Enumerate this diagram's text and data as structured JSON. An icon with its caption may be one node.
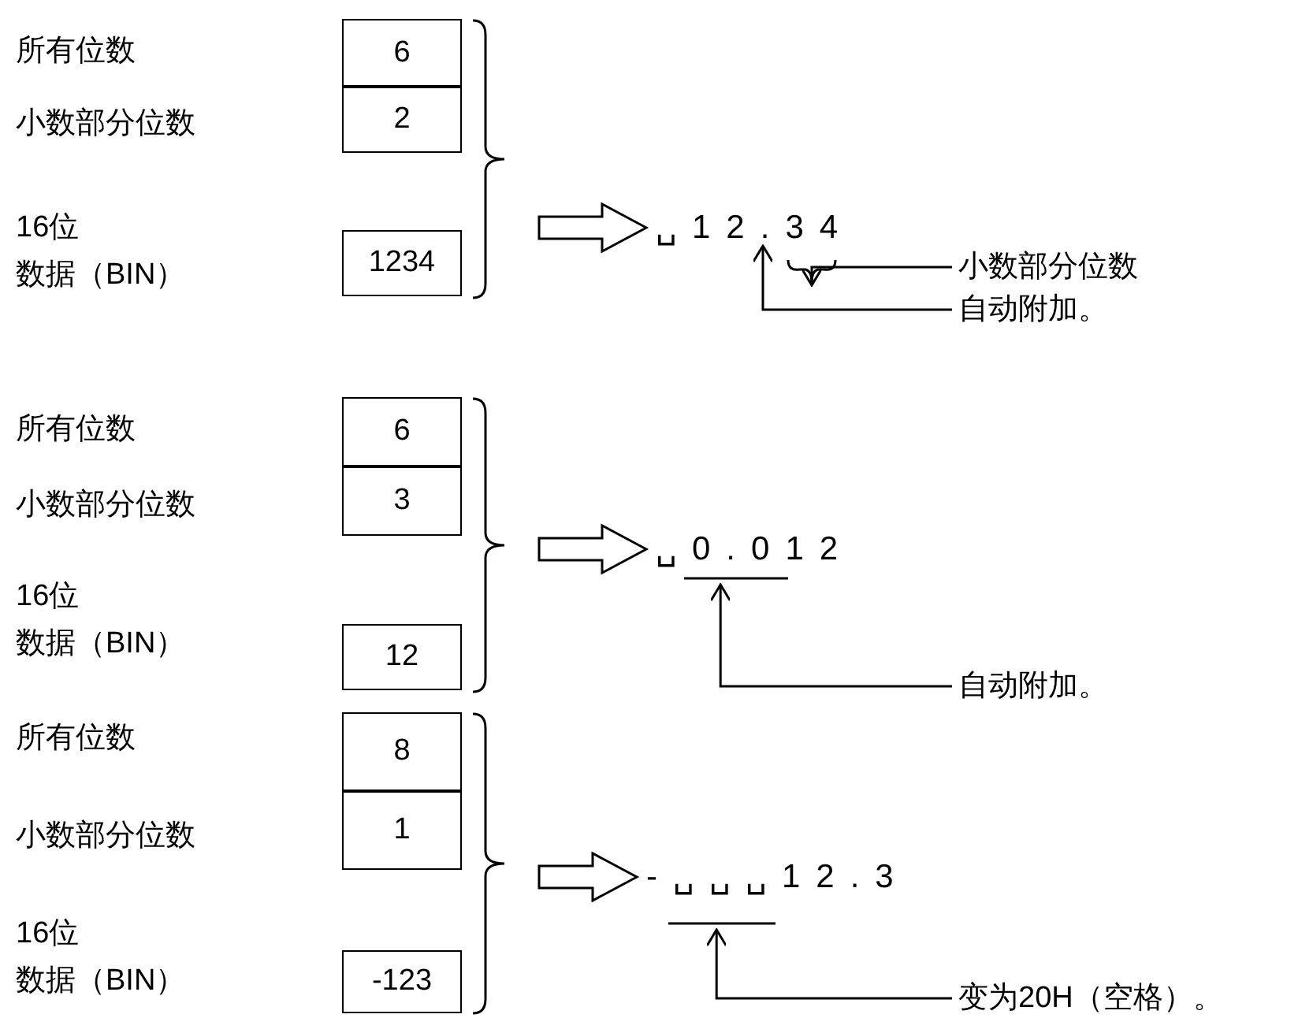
{
  "diagram": {
    "nodes": [
      {
        "text": [
          "6"
        ]
      },
      {
        "text": [
          "2"
        ]
      },
      {
        "text": [
          "1234"
        ]
      },
      {
        "text": [],
        "shape": "bracket"
      },
      {
        "text": [
          "␣12.34"
        ]
      },
      {
        "text": [],
        "shape": "bracket"
      },
      {
        "text": [
          "小数部分位数"
        ]
      },
      {
        "text": [
          "自动附加。"
        ]
      },
      {
        "text": [
          "6"
        ]
      },
      {
        "text": [
          "3"
        ]
      },
      {
        "text": [
          "12"
        ]
      },
      {
        "text": [],
        "shape": "bracket"
      },
      {
        "text": [
          "␣0.012"
        ]
      },
      {
        "text": [],
        "shape": "line"
      },
      {
        "text": [
          "自动附加。"
        ]
      },
      {
        "text": [
          "8"
        ]
      },
      {
        "text": [
          "1"
        ]
      },
      {
        "text": [
          "-123"
        ]
      },
      {
        "text": [],
        "shape": "bracket"
      },
      {
        "text": [
          "-␣␣␣12.3"
        ]
      },
      {
        "text": [],
        "shape": "line"
      },
      {
        "text": [
          "变为20H（空格）。"
        ]
      }
    ],
    "edges": [
      {
        "from": 3,
        "to": 4,
        "arrow": "to"
      },
      {
        "from": 6,
        "to": 5,
        "arrow": "to"
      },
      {
        "from": 7,
        "to": 4,
        "arrow": "to"
      },
      {
        "from": 11,
        "to": 12,
        "arrow": "to"
      },
      {
        "from": 14,
        "to": 13,
        "arrow": "to"
      },
      {
        "from": 18,
        "to": 19,
        "arrow": "to"
      },
      {
        "from": 21,
        "to": 20,
        "arrow": "to"
      }
    ],
    "labels": [
      "所有位数",
      "小数部分位数",
      "16位",
      "数据（BIN）",
      "所有位数",
      "小数部分位数",
      "16位",
      "数据（BIN）",
      "所有位数",
      "小数部分位数",
      "16位",
      "数据（BIN）"
    ]
  }
}
